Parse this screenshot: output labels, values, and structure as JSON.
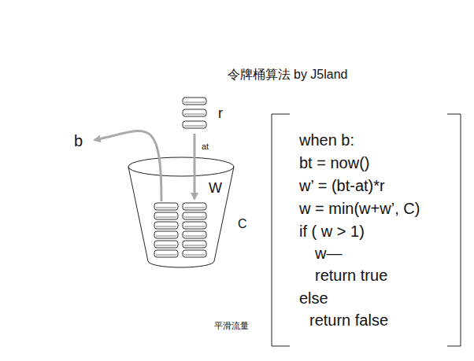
{
  "diagram": {
    "title": "令牌桶算法 by J5land",
    "nodes": [
      {
        "text": [
          "r"
        ]
      },
      {
        "text": [
          "W",
          "C"
        ]
      }
    ],
    "edges": [
      {
        "from": 0,
        "to": 1,
        "label": "at",
        "arrow": "to"
      }
    ],
    "labels": [
      "b",
      "when b:",
      "bt = now()",
      "w’ = (bt-at)*r",
      "w = min(w+w’, C)",
      "if ( w > 1)",
      "w—",
      "return true",
      "else",
      "return false",
      "平滑流量"
    ]
  }
}
